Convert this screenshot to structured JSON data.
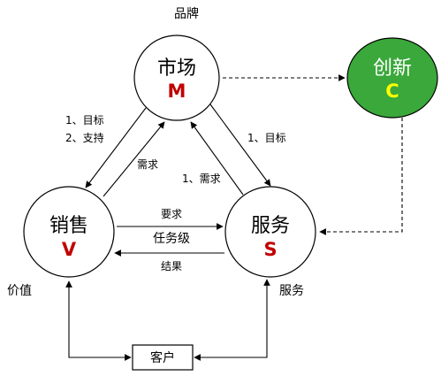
{
  "colors": {
    "letter_red": "#c00000",
    "innovation_green": "#3aa83a",
    "innovation_letter": "#ffff00"
  },
  "nodes": {
    "market": {
      "title": "市场",
      "letter": "M",
      "top_label": "品牌"
    },
    "sales": {
      "title": "销售",
      "letter": "V",
      "side_label": "价值"
    },
    "service": {
      "title": "服务",
      "letter": "S",
      "side_label": "服务"
    },
    "innovation": {
      "title": "创新",
      "letter": "C"
    },
    "customer": {
      "title": "客户"
    }
  },
  "edges": {
    "sales_to_market_line1": "1、目标",
    "sales_to_market_line2": "2、支持",
    "market_to_sales": "需求",
    "market_to_service": "1、目标",
    "service_to_market": "1、需求",
    "sales_service_request": "要求",
    "sales_service_level": "任务级",
    "sales_service_result": "结果"
  }
}
